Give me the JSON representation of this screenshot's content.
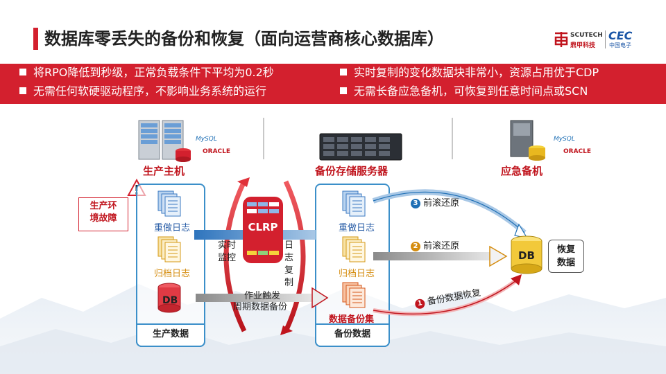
{
  "title": "数据库零丢失的备份和恢复（面向运营商核心数据库）",
  "logo": {
    "scutech": "SCUTECH",
    "dingjia": "鼎甲科技",
    "cec": "CEC",
    "cec_sub": "中国电子"
  },
  "bullets": [
    "将RPO降低到秒级，正常负载条件下平均为0.2秒",
    "实时复制的变化数据块非常小，资源占用优于CDP",
    "无需任何软硬驱动程序，不影响业务系统的运行",
    "无需长备应急备机，可恢复到任意时间点或SCN"
  ],
  "hosts": {
    "production": "生产主机",
    "backup_server": "备份存储服务器",
    "standby": "应急备机"
  },
  "db_logos": {
    "mysql": "MySQL",
    "oracle": "ORACLE"
  },
  "fault": "生产环境故障",
  "production_panel": {
    "redo": "重做日志",
    "archive": "归档日志",
    "db": "DB",
    "footer": "生产数据"
  },
  "backup_panel": {
    "redo": "重做日志",
    "archive": "归档日志",
    "set": "数据备份集",
    "footer": "备份数据"
  },
  "clrp": {
    "label": "CLRP",
    "monitor": "实时监控",
    "log_copy": "日志复制"
  },
  "trigger": {
    "line1": "作业触发",
    "line2": "周期数据备份"
  },
  "steps": [
    {
      "num": "3",
      "label": "前滚还原",
      "color": "#1e6fb5"
    },
    {
      "num": "2",
      "label": "前滚还原",
      "color": "#d58d10"
    },
    {
      "num": "1",
      "label": "备份数据恢复",
      "color": "#c0141d"
    }
  ],
  "restore_db": "DB",
  "restore_label": "恢复数据"
}
